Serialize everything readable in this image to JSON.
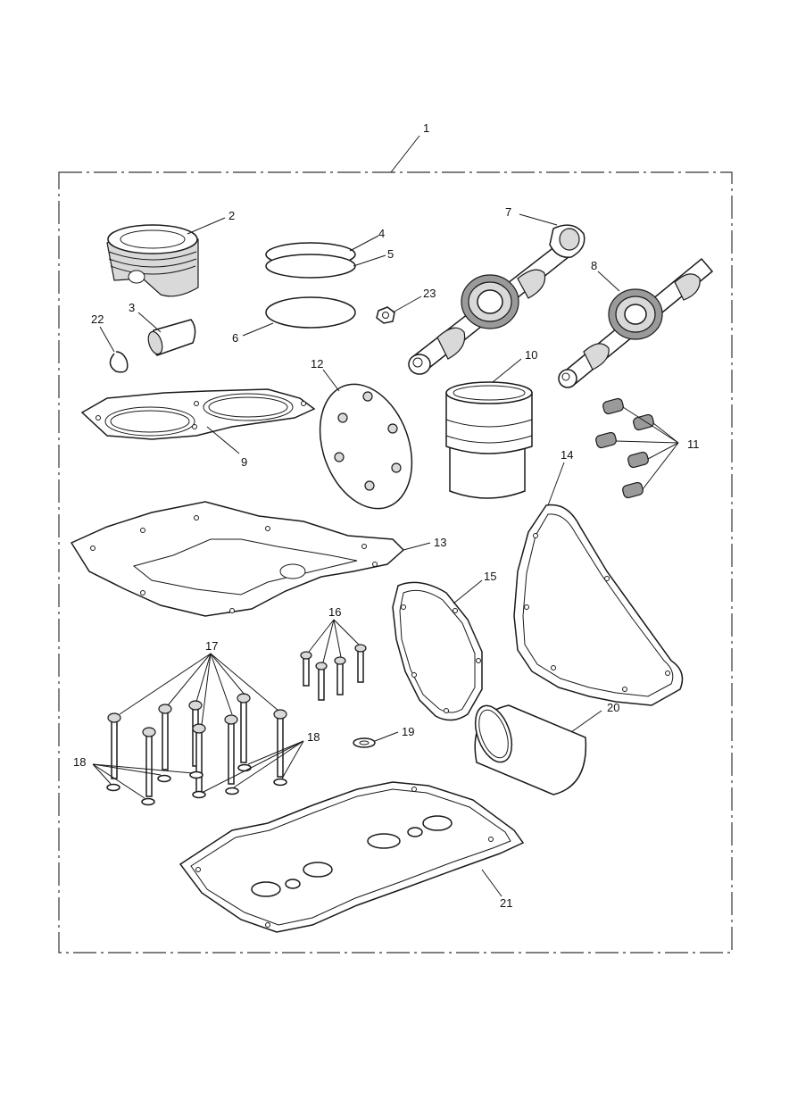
{
  "callouts": [
    "1",
    "2",
    "3",
    "4",
    "5",
    "6",
    "7",
    "8",
    "9",
    "10",
    "11",
    "12",
    "13",
    "14",
    "15",
    "16",
    "17",
    "18",
    "18",
    "19",
    "20",
    "21",
    "22",
    "23"
  ],
  "colors": {
    "line": "#1a1a1a",
    "shade": "#d9d9d9",
    "background": "#ffffff"
  }
}
